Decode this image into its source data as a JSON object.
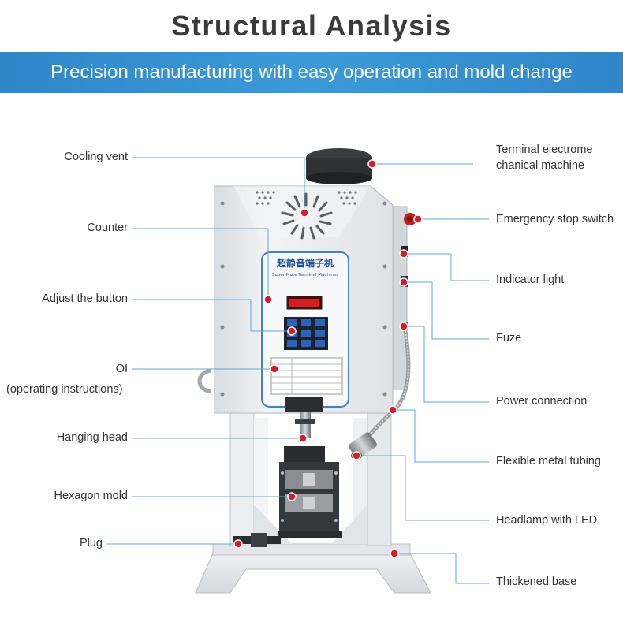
{
  "header": {
    "title": "Structural Analysis",
    "subtitle": "Precision manufacturing with easy operation and mold change"
  },
  "machine": {
    "chinese_name": "超静音端子机",
    "english_name": "Super Mute Terminal Machines"
  },
  "labels_left": [
    {
      "text": "Cooling vent"
    },
    {
      "text": "Counter"
    },
    {
      "text": "Adjust the button"
    },
    {
      "text": "OI"
    },
    {
      "text": "(operating instructions)"
    },
    {
      "text": "Hanging head"
    },
    {
      "text": "Hexagon mold"
    },
    {
      "text": "Plug"
    }
  ],
  "labels_right": [
    {
      "text": "Terminal electrome"
    },
    {
      "text": "chanical machine"
    },
    {
      "text": "Emergency stop switch"
    },
    {
      "text": "Indicator light"
    },
    {
      "text": "Fuze"
    },
    {
      "text": "Power connection"
    },
    {
      "text": "Flexible metal tubing"
    },
    {
      "text": "Headlamp with LED"
    },
    {
      "text": "Thickened base"
    }
  ],
  "colors": {
    "banner": "#2f86c8",
    "leader_line": "#5aa8d8",
    "dot": "#d81b24",
    "machine_body": "#e9ebee",
    "display": "#d42020"
  }
}
